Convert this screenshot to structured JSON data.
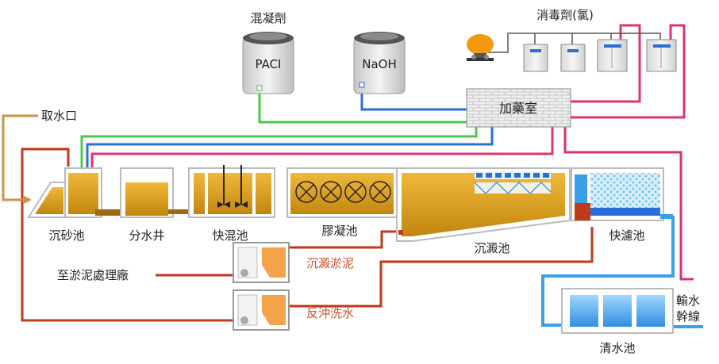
{
  "labels": {
    "coagulant": "混凝劑",
    "disinfectant": "消毒劑(氯)",
    "paci": "PACI",
    "naoh": "NaOH",
    "dosing_room": "加藥室",
    "intake": "取水口",
    "grit_chamber": "沉砂池",
    "distribution_well": "分水井",
    "rapid_mix": "快混池",
    "flocculation": "膠凝池",
    "sedimentation": "沉澱池",
    "rapid_filter": "快濾池",
    "sludge_plant": "至淤泥處理廠",
    "settled_sludge": "沉澱淤泥",
    "backwash_water": "反沖洗水",
    "clearwell": "清水池",
    "trunk_line_1": "輸水",
    "trunk_line_2": "幹線"
  },
  "colors": {
    "water": "#c9901a",
    "water_dark": "#a06a0c",
    "coagulant_line": "#4cc84a",
    "naoh_line": "#2a6fd8",
    "chlorine_line": "#e0307a",
    "sludge_line": "#c0391a",
    "intake_line": "#c99445",
    "clean_water": "#3aa0e8",
    "wall": "#c8c8c8"
  }
}
